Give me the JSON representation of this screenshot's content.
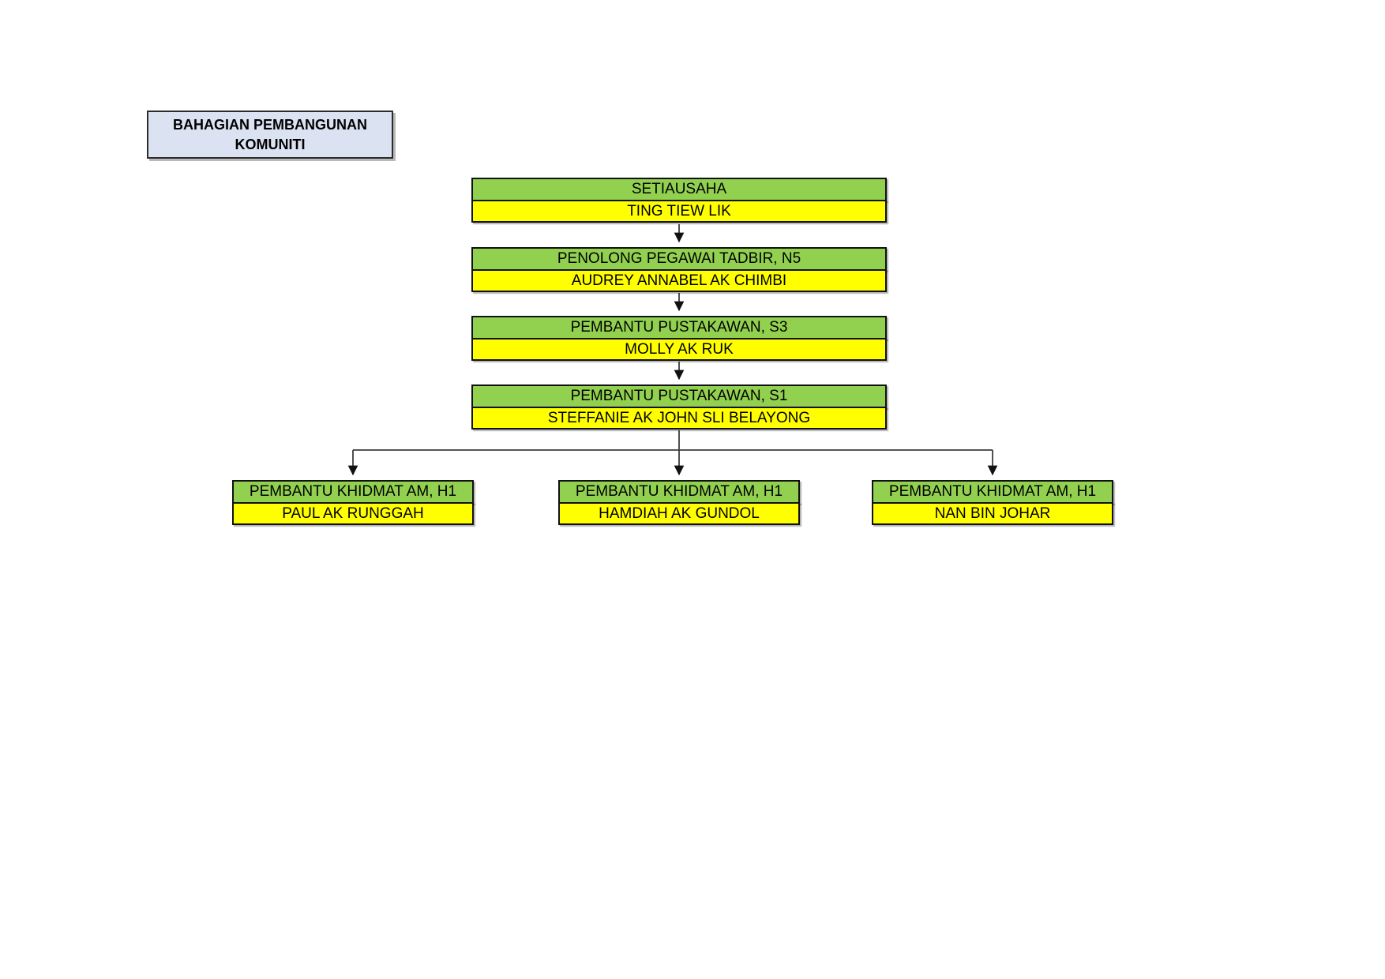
{
  "title_box": {
    "line1": "BAHAGIAN PEMBANGUNAN",
    "line2": "KOMUNITI"
  },
  "chain": [
    {
      "role": "SETIAUSAHA",
      "name": "TING TIEW LIK"
    },
    {
      "role": "PENOLONG PEGAWAI TADBIR, N5",
      "name": "AUDREY ANNABEL AK CHIMBI"
    },
    {
      "role": "PEMBANTU PUSTAKAWAN, S3",
      "name": "MOLLY AK RUK"
    },
    {
      "role": "PEMBANTU PUSTAKAWAN, S1",
      "name": "STEFFANIE AK JOHN SLI BELAYONG"
    }
  ],
  "bottom_row": [
    {
      "role": "PEMBANTU KHIDMAT AM, H1",
      "name": "PAUL AK RUNGGAH"
    },
    {
      "role": "PEMBANTU KHIDMAT AM, H1",
      "name": "HAMDIAH AK GUNDOL"
    },
    {
      "role": "PEMBANTU KHIDMAT AM, H1",
      "name": "NAN BIN JOHAR"
    }
  ],
  "colors": {
    "role_bg": "#92d050",
    "name_bg": "#ffff00",
    "title_bg": "#dbe2f1",
    "border": "#111111",
    "connector": "#3d3d3d"
  }
}
